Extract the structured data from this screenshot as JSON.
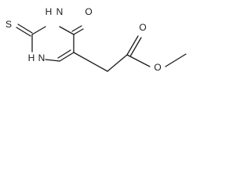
{
  "molecule": {
    "atoms": {
      "S": "S",
      "NH_top": "H",
      "N_top": "N",
      "O_ketone": "O",
      "H_left": "H",
      "N_left": "N",
      "O_carbonyl": "O",
      "O_ester": "O"
    }
  }
}
